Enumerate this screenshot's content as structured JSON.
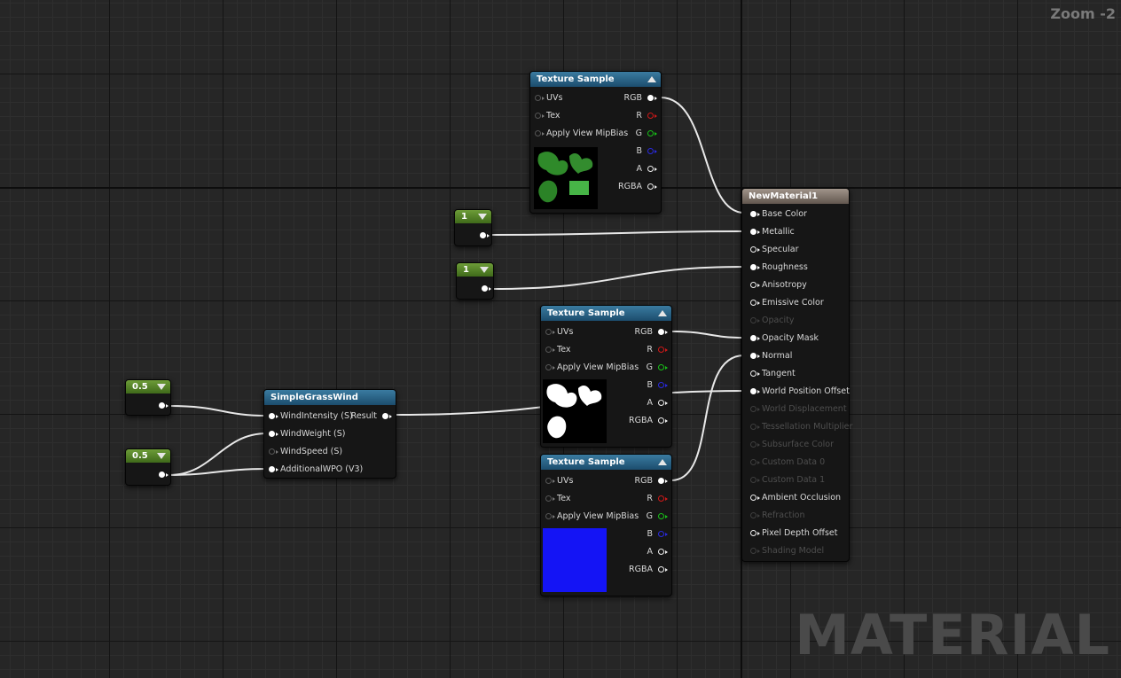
{
  "zoom_label": "Zoom -2",
  "watermark": "MATERIAL",
  "colors": {
    "header_blue": "#2a6388",
    "header_green": "#5a8a2a",
    "header_tan": "#8a7e74",
    "pin_red": "#d01818",
    "pin_green": "#18c018",
    "pin_blue": "#2a2ae0"
  },
  "texture_sample_1": {
    "title": "Texture Sample",
    "inputs": [
      "UVs",
      "Tex",
      "Apply View MipBias"
    ],
    "outputs": [
      "RGB",
      "R",
      "G",
      "B",
      "A",
      "RGBA"
    ],
    "preview": "leaf-color-texture"
  },
  "texture_sample_2": {
    "title": "Texture Sample",
    "inputs": [
      "UVs",
      "Tex",
      "Apply View MipBias"
    ],
    "outputs": [
      "RGB",
      "R",
      "G",
      "B",
      "A",
      "RGBA"
    ],
    "preview": "leaf-mask-texture"
  },
  "texture_sample_3": {
    "title": "Texture Sample",
    "inputs": [
      "UVs",
      "Tex",
      "Apply View MipBias"
    ],
    "outputs": [
      "RGB",
      "R",
      "G",
      "B",
      "A",
      "RGBA"
    ],
    "preview": "normal-map-texture",
    "preview_color": "#1414f5"
  },
  "constant_1": {
    "value": "1"
  },
  "constant_2": {
    "value": "1"
  },
  "constant_3": {
    "value": "0.5"
  },
  "constant_4": {
    "value": "0.5"
  },
  "simple_grass_wind": {
    "title": "SimpleGrassWind",
    "inputs": [
      "WindIntensity (S)",
      "WindWeight (S)",
      "WindSpeed (S)",
      "AdditionalWPO (V3)"
    ],
    "output": "Result"
  },
  "material": {
    "title": "NewMaterial1",
    "inputs": [
      {
        "label": "Base Color",
        "state": "connected"
      },
      {
        "label": "Metallic",
        "state": "connected"
      },
      {
        "label": "Specular",
        "state": "enabled"
      },
      {
        "label": "Roughness",
        "state": "connected"
      },
      {
        "label": "Anisotropy",
        "state": "enabled"
      },
      {
        "label": "Emissive Color",
        "state": "enabled"
      },
      {
        "label": "Opacity",
        "state": "disabled"
      },
      {
        "label": "Opacity Mask",
        "state": "connected"
      },
      {
        "label": "Normal",
        "state": "connected"
      },
      {
        "label": "Tangent",
        "state": "enabled"
      },
      {
        "label": "World Position Offset",
        "state": "connected"
      },
      {
        "label": "World Displacement",
        "state": "disabled"
      },
      {
        "label": "Tessellation Multiplier",
        "state": "disabled"
      },
      {
        "label": "Subsurface Color",
        "state": "disabled"
      },
      {
        "label": "Custom Data 0",
        "state": "disabled"
      },
      {
        "label": "Custom Data 1",
        "state": "disabled"
      },
      {
        "label": "Ambient Occlusion",
        "state": "enabled"
      },
      {
        "label": "Refraction",
        "state": "disabled"
      },
      {
        "label": "Pixel Depth Offset",
        "state": "enabled"
      },
      {
        "label": "Shading Model",
        "state": "disabled"
      }
    ]
  }
}
